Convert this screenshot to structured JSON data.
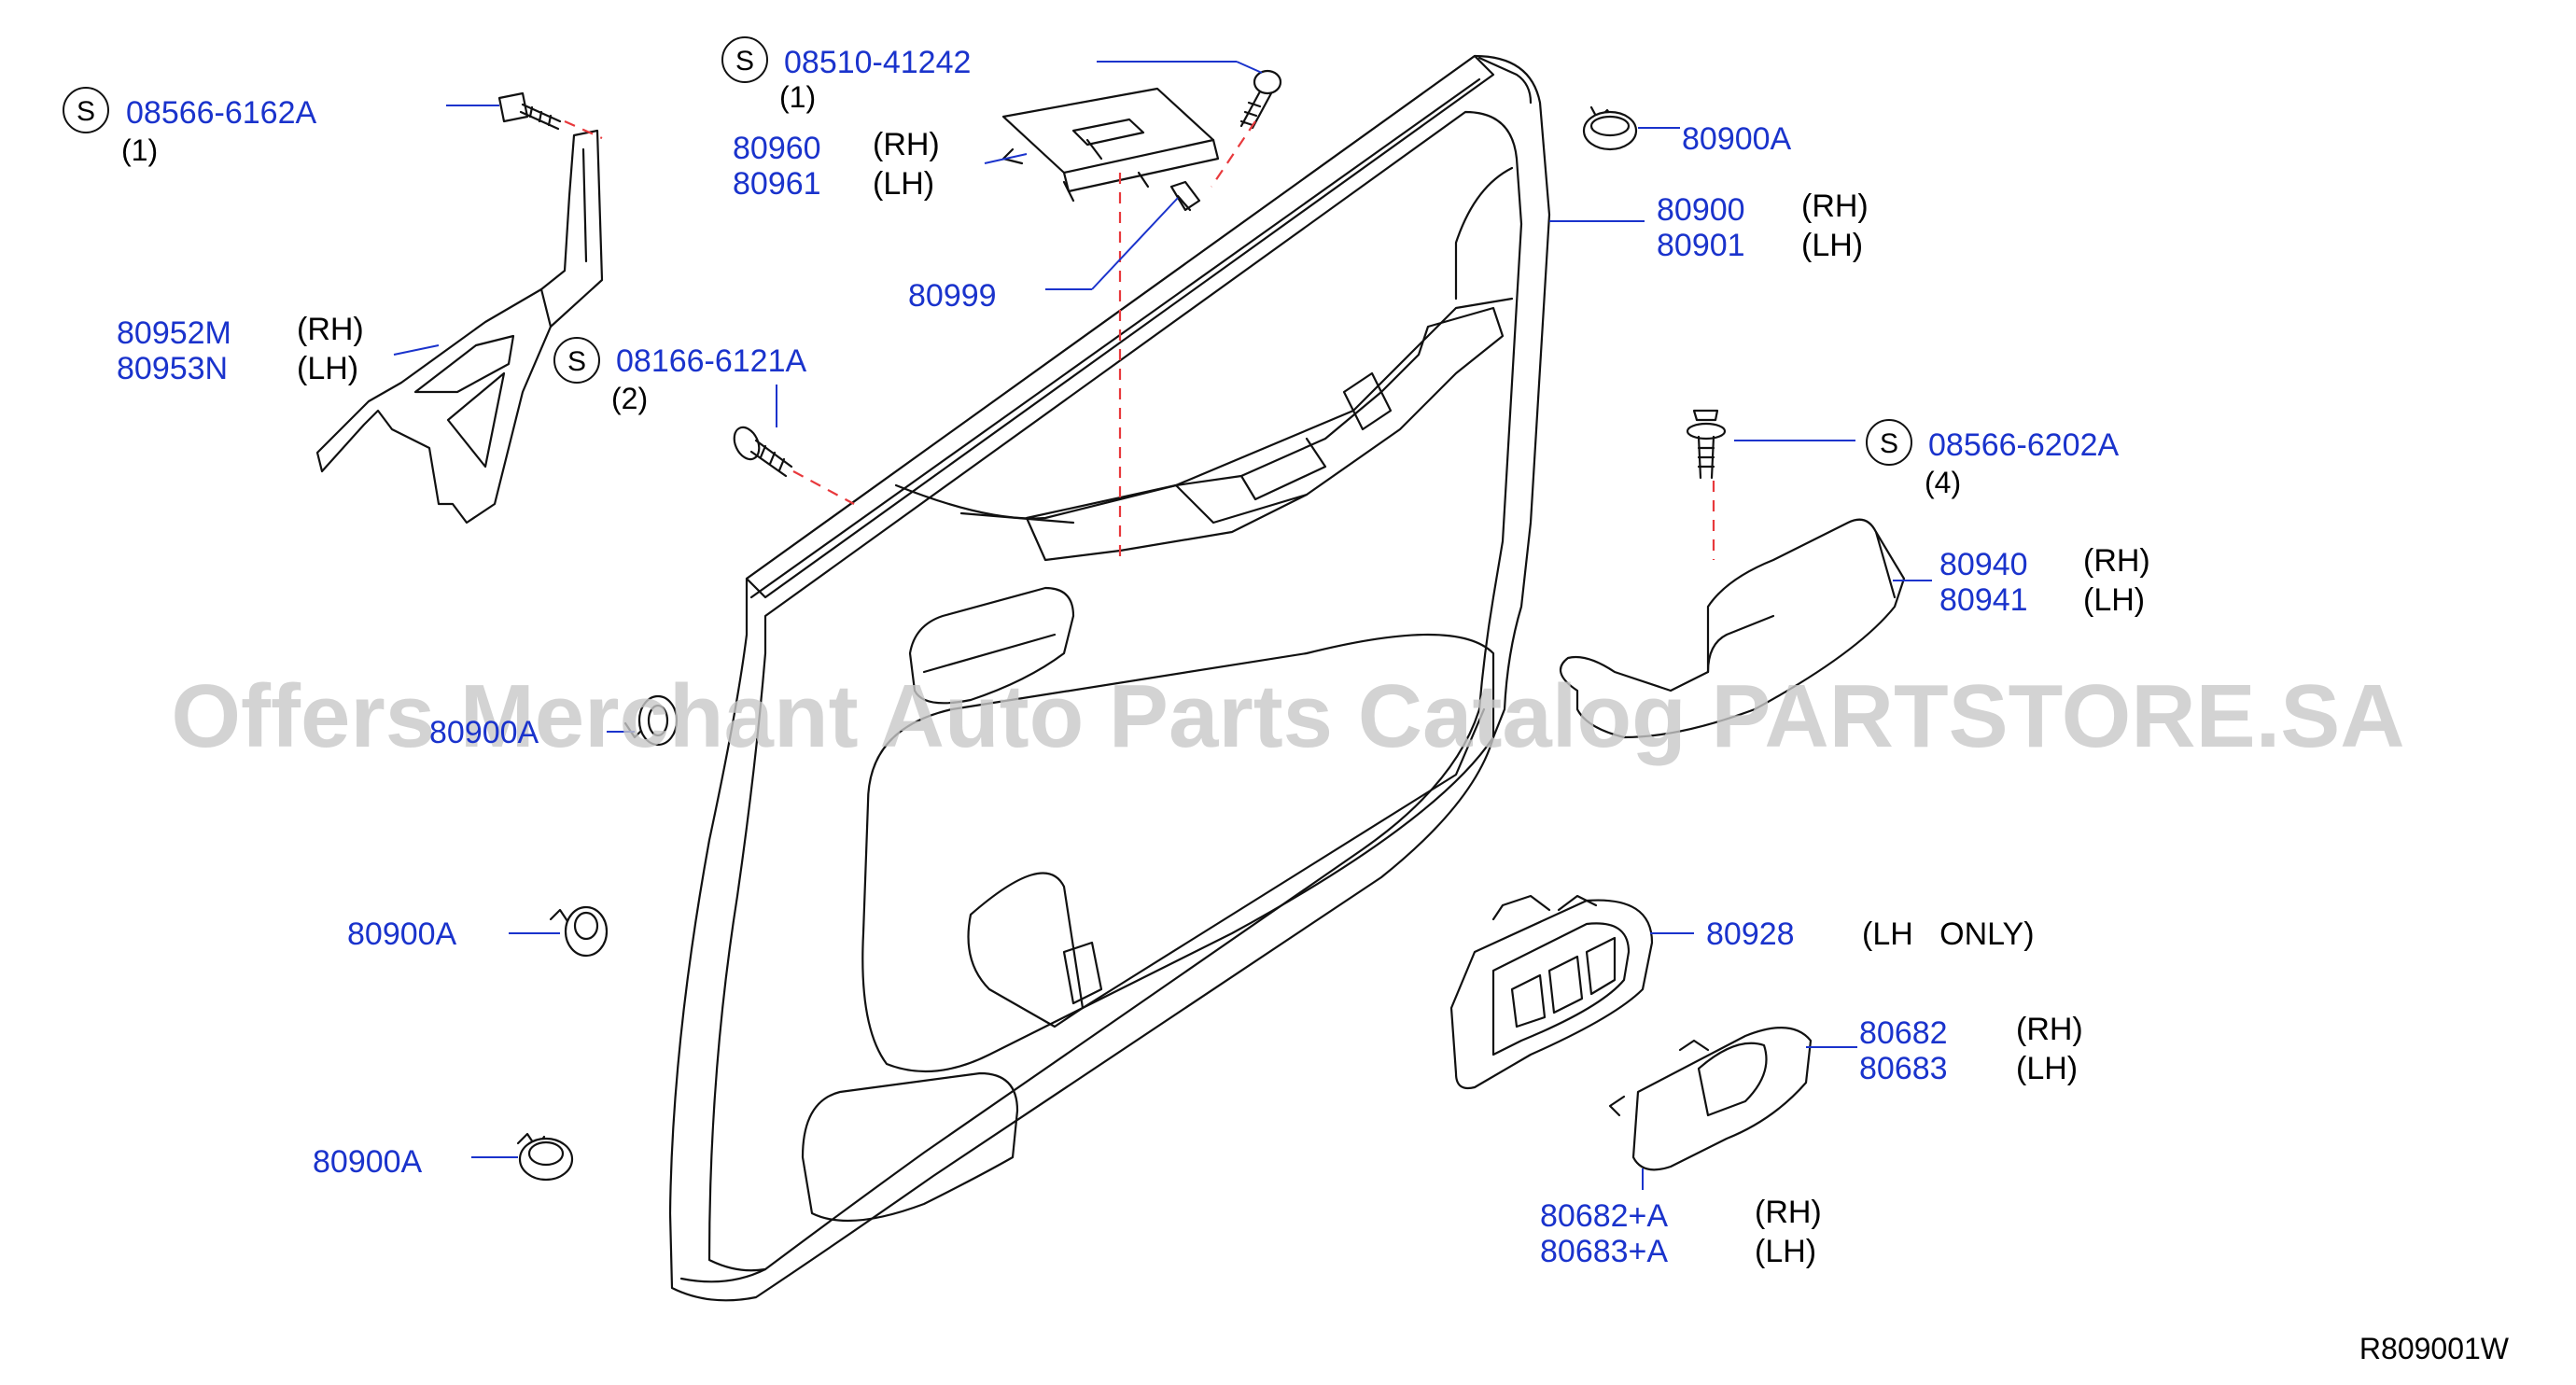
{
  "callouts": {
    "screw_left": {
      "symbol": "S",
      "part": "08566-6162A",
      "qty": "(1)"
    },
    "screw_top": {
      "symbol": "S",
      "part": "08510-41242",
      "qty": "(1)"
    },
    "screw_mid": {
      "symbol": "S",
      "part": "08166-6121A",
      "qty": "(2)"
    },
    "screw_right": {
      "symbol": "S",
      "part": "08566-6202A",
      "qty": "(4)"
    },
    "switch_finisher": {
      "part_rh": "80960",
      "side_rh": "(RH)",
      "part_lh": "80961",
      "side_lh": "(LH)"
    },
    "clip_80999": {
      "part": "80999"
    },
    "bracket": {
      "part_rh": "80952M",
      "side_rh": "(RH)",
      "part_lh": "80953N",
      "side_lh": "(LH)"
    },
    "door_trim": {
      "part_rh": "80900",
      "side_rh": "(RH)",
      "part_lh": "80901",
      "side_lh": "(LH)"
    },
    "armrest": {
      "part_rh": "80940",
      "side_rh": "(RH)",
      "part_lh": "80941",
      "side_lh": "(LH)"
    },
    "clip_top_right": {
      "part": "80900A"
    },
    "clip_left_1": {
      "part": "80900A"
    },
    "clip_left_2": {
      "part": "80900A"
    },
    "clip_left_3": {
      "part": "80900A"
    },
    "switch_bezel": {
      "part": "80928",
      "note": "(LH   ONLY)"
    },
    "handle_escutcheon": {
      "part_rh": "80682",
      "side_rh": "(RH)",
      "part_lh": "80683",
      "side_lh": "(LH)"
    },
    "handle_assembly": {
      "part_rh": "80682+A",
      "side_rh": "(RH)",
      "part_lh": "80683+A",
      "side_lh": "(LH)"
    }
  },
  "watermark": "Offers Merchant Auto Parts Catalog PARTSTORE.SA",
  "reference_code": "R809001W",
  "colors": {
    "part_number": "#1a33cc",
    "centerline": "#e8393c",
    "outline": "#111111",
    "watermark": "#c8c8c8"
  }
}
